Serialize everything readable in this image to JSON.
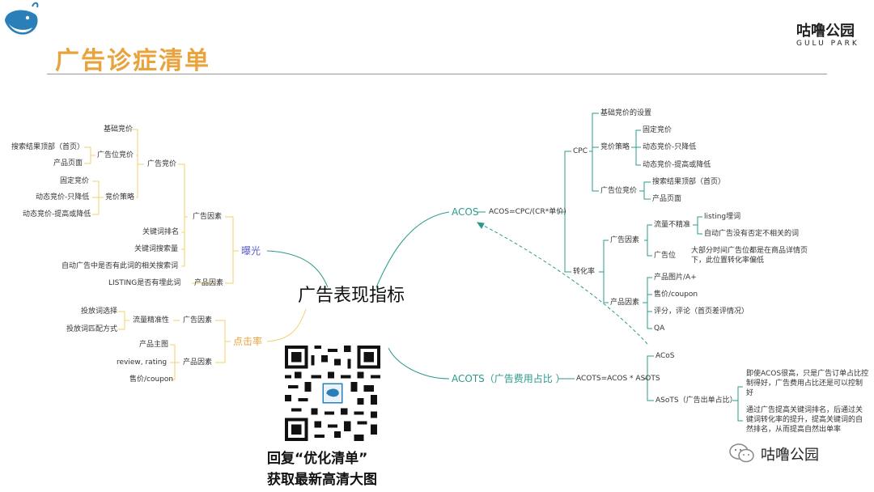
{
  "header": {
    "title": "广告诊症清单",
    "brand_cn": "咕噜公园",
    "brand_en": "GULU PARK"
  },
  "center": "广告表现指标",
  "left": {
    "exposure": "曝光",
    "ad_factor": "广告因素",
    "ad_bid": "广告竞价",
    "base_bid": "基础竞价",
    "placement_bid": "广告位竞价",
    "search_top": "搜索结果顶部（首页）",
    "product_page": "产品页面",
    "bid_strategy": "竞价策略",
    "fixed_bid": "固定竞价",
    "dyn_down": "动态竞价-只降低",
    "dyn_updown": "动态竞价-提高或降低",
    "kw_rank": "关键词排名",
    "kw_volume": "关键词搜索量",
    "auto_related": "自动广告中是否有此词的相关搜索词",
    "listing_buried": "LISTING是否有埋此词",
    "product_factor_a": "产品因素",
    "ctr": "点击率",
    "ad_factor_b": "广告因素",
    "traffic_precision": "流量精准性",
    "kw_select": "投放词选择",
    "kw_match": "投放词匹配方式",
    "product_factor_b": "产品因素",
    "main_image": "产品主图",
    "review_rating": "review, rating",
    "price_coupon": "售价/coupon"
  },
  "right": {
    "acos": "ACOS",
    "acos_formula": "ACOS=CPC/(CR*单价)",
    "cpc": "CPC",
    "cpc_base": "基础竞价的设置",
    "cpc_strategy": "竞价策略",
    "cpc_fixed": "固定竞价",
    "cpc_dyn_down": "动态竞价-只降低",
    "cpc_dyn_updown": "动态竞价-提高或降低",
    "cpc_placement": "广告位竞价",
    "cpc_search_top": "搜索结果顶部（首页）",
    "cpc_product_page": "产品页面",
    "cvr": "转化率",
    "cvr_ad_factor": "广告因素",
    "cvr_traffic": "流量不精准",
    "cvr_listing": "listing埋词",
    "cvr_auto_neg": "自动广告没有否定不相关的词",
    "cvr_position": "广告位",
    "cvr_position_note_1": "大部分时间广告位都是在商品详情页",
    "cvr_position_note_2": "下，此位置转化率偏低",
    "cvr_product_factor": "产品因素",
    "cvr_images": "产品图片/A+",
    "cvr_price": "售价/coupon",
    "cvr_reviews": "评分，评论（首页差评情况）",
    "cvr_qa": "QA",
    "acots": "ACOTS（广告费用占比 ）",
    "acots_formula": "ACOTS=ACOS * ASOTS",
    "acos2": "ACoS",
    "asots": "ASoTS（广告出单占比）",
    "note1_l1": "即使ACOS很高，只是广告订单占比控",
    "note1_l2": "制得好，广告费用占比还是可以控制",
    "note1_l3": "好",
    "note2_l1": "通过广告提高关键词排名，后通过关",
    "note2_l2": "键词转化率的提升，提高关键词的自",
    "note2_l3": "然排名，从而提高自然出单率"
  },
  "cta": {
    "line1": "回复“优化清单”",
    "line2": "获取最新高清大图"
  },
  "watermark": "咕噜公园"
}
